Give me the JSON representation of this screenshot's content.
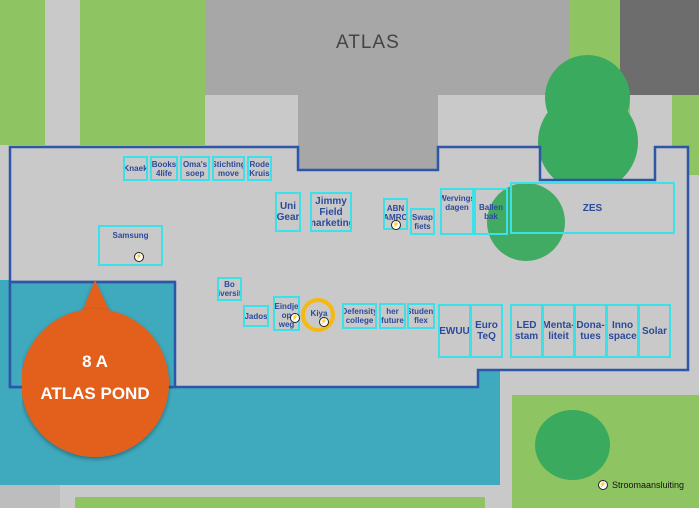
{
  "map": {
    "building_label": "ATLAS",
    "location_pin": {
      "line1": "8 A",
      "line2": "ATLAS POND",
      "color": "#e2601e"
    },
    "legend": {
      "label": "Stroomaansluiting"
    }
  },
  "booths": [
    {
      "id": "knaek",
      "label": "Knaek"
    },
    {
      "id": "books4life",
      "label": "Books 4life"
    },
    {
      "id": "omas-soep",
      "label": "Oma's soep"
    },
    {
      "id": "stichting-move",
      "label": "Stichting move"
    },
    {
      "id": "rode-kruis",
      "label": "Rode Kruis"
    },
    {
      "id": "uni-gear",
      "label": "Uni Gear"
    },
    {
      "id": "jimmy",
      "label": "Jimmy Field marketing"
    },
    {
      "id": "abn",
      "label": "ABN AMRO"
    },
    {
      "id": "swap",
      "label": "Swap fiets"
    },
    {
      "id": "werving",
      "label": "Wervings dagen"
    },
    {
      "id": "ballenbak",
      "label": "Ballen bak"
    },
    {
      "id": "zes",
      "label": "ZES"
    },
    {
      "id": "samsung",
      "label": "Samsung"
    },
    {
      "id": "bodiversity",
      "label": "Bo diversity"
    },
    {
      "id": "jados",
      "label": "Jados"
    },
    {
      "id": "eindje",
      "label": "Eindje op weg"
    },
    {
      "id": "kiya",
      "label": "Kiya"
    },
    {
      "id": "defensity",
      "label": "Defensity college"
    },
    {
      "id": "herfuture",
      "label": "her future"
    },
    {
      "id": "studentflex",
      "label": "Student flex"
    },
    {
      "id": "ewuu",
      "label": "EWUU"
    },
    {
      "id": "euroteq",
      "label": "Euro TeQ"
    },
    {
      "id": "ledstam",
      "label": "LED stam"
    },
    {
      "id": "mentaliteit",
      "label": "Menta- liteit"
    },
    {
      "id": "donatues",
      "label": "Dona- tues"
    },
    {
      "id": "innospace",
      "label": "Inno space"
    },
    {
      "id": "solar",
      "label": "Solar"
    }
  ],
  "colors": {
    "booth_border": "#3ce0e8",
    "booth_text": "#2b4a9a",
    "zone_border": "#2d56a8",
    "grass": "#8fc463",
    "tree": "#3aaa5e",
    "water": "#3fa9bd",
    "highlight_ring": "#f5b90f"
  }
}
